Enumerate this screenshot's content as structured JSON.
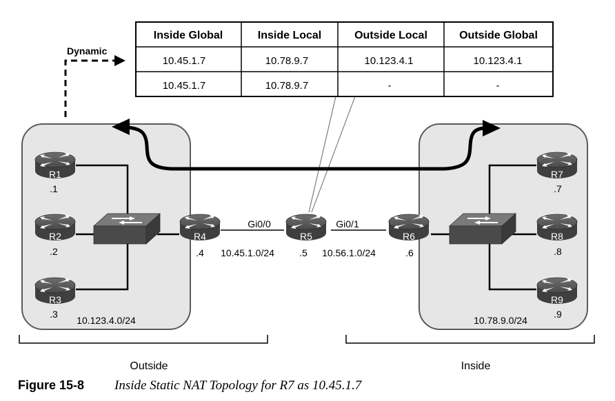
{
  "nat_table": {
    "headers": [
      "Inside Global",
      "Inside Local",
      "Outside Local",
      "Outside Global"
    ],
    "rows": [
      [
        "10.45.1.7",
        "10.78.9.7",
        "10.123.4.1",
        "10.123.4.1"
      ],
      [
        "10.45.1.7",
        "10.78.9.7",
        "-",
        "-"
      ]
    ]
  },
  "dynamic_label": "Dynamic",
  "routers": {
    "r1": {
      "name": "R1",
      "addr": ".1"
    },
    "r2": {
      "name": "R2",
      "addr": ".2"
    },
    "r3": {
      "name": "R3",
      "addr": ".3"
    },
    "r4": {
      "name": "R4",
      "addr": ".4"
    },
    "r5": {
      "name": "R5",
      "addr": ".5"
    },
    "r6": {
      "name": "R6",
      "addr": ".6"
    },
    "r7": {
      "name": "R7",
      "addr": ".7"
    },
    "r8": {
      "name": "R8",
      "addr": ".8"
    },
    "r9": {
      "name": "R9",
      "addr": ".9"
    }
  },
  "interfaces": {
    "r5_left": "Gi0/0",
    "r5_right": "Gi0/1"
  },
  "subnets": {
    "left_lan": "10.123.4.0/24",
    "r4_r5": "10.45.1.0/24",
    "r5_r6": "10.56.1.0/24",
    "right_lan": "10.78.9.0/24"
  },
  "zones": {
    "outside": "Outside",
    "inside": "Inside"
  },
  "caption": {
    "number": "Figure 15-8",
    "title": "Inside Static NAT Topology for R7 as 10.45.1.7"
  },
  "colors": {
    "zone_fill": "#e6e6e6",
    "zone_stroke": "#5a5a5a",
    "device_fill": "#4a4a4a"
  }
}
